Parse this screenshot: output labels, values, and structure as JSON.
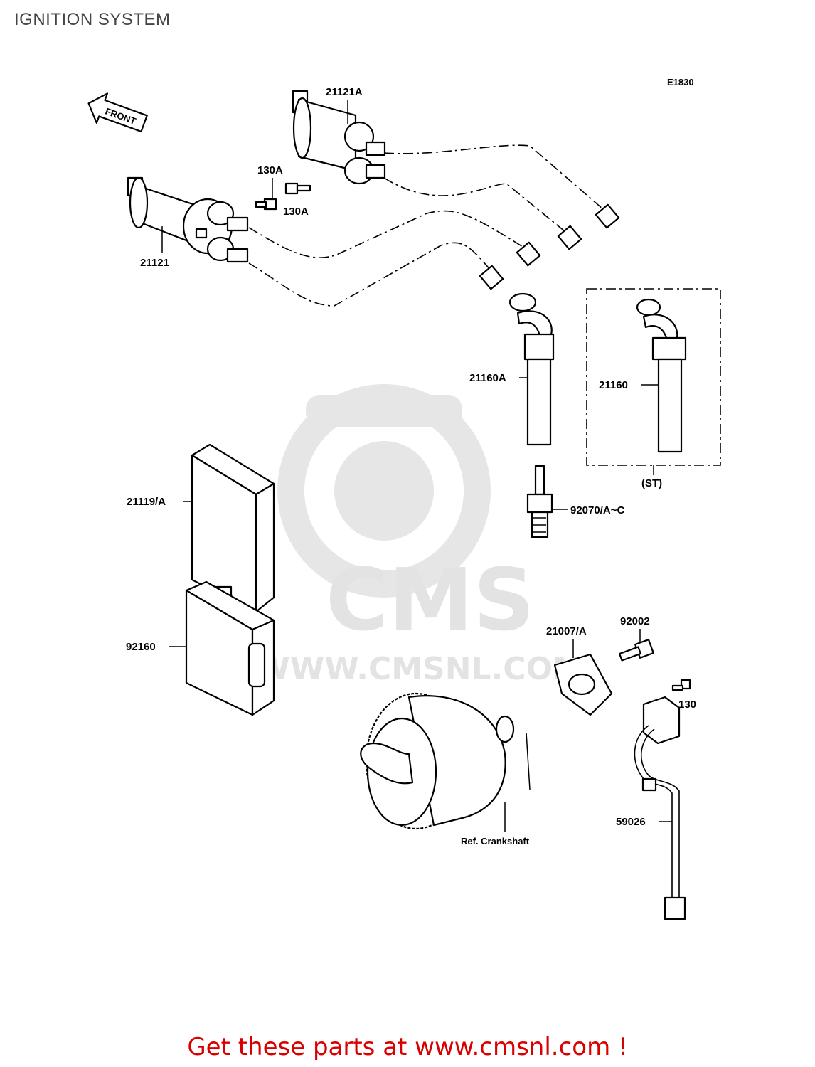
{
  "page": {
    "title": "IGNITION SYSTEM",
    "diagram_code": "E1830",
    "front_arrow_label": "FRONT",
    "call_to_action": "Get these parts at www.cmsnl.com !"
  },
  "watermark": {
    "brand": "CMS",
    "url": "WWW.CMSNL.COM"
  },
  "parts": {
    "coil_a": "21121A",
    "coil": "21121",
    "bolt_130a_top": "130A",
    "bolt_130a_bottom": "130A",
    "cap_a": "21160A",
    "cap": "21160",
    "st_note": "(ST)",
    "igniter": "21119/A",
    "spark_plug": "92070/A~C",
    "case": "92160",
    "rotor": "21007/A",
    "screw": "92002",
    "bolt_130": "130",
    "harness": "59026",
    "crankshaft_ref": "Ref. Crankshaft"
  }
}
